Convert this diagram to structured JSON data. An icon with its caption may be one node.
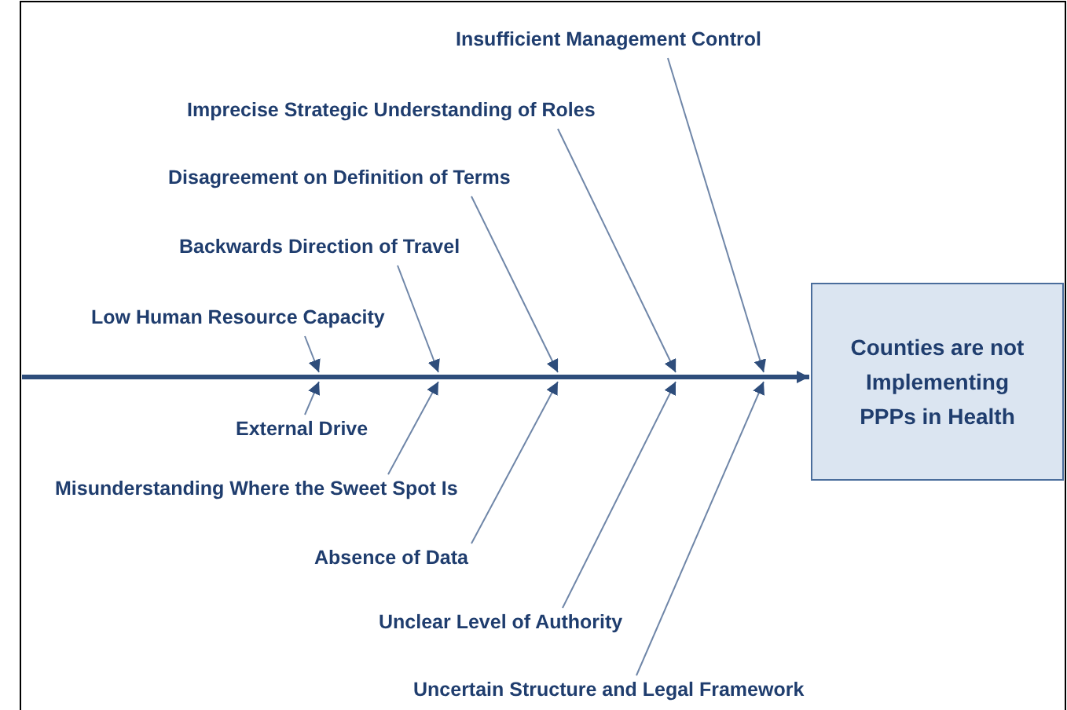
{
  "diagram": {
    "nodes": [
      {
        "text": [
          "Insufficient Management Control"
        ]
      },
      {
        "text": [
          "Imprecise Strategic Understanding of Roles"
        ]
      },
      {
        "text": [
          "Disagreement on Definition of Terms"
        ]
      },
      {
        "text": [
          "Backwards Direction of Travel"
        ]
      },
      {
        "text": [
          "Low Human Resource Capacity"
        ]
      },
      {
        "text": [
          "Counties are not Implementing PPPs in Health"
        ]
      },
      {
        "text": [
          "External Drive"
        ]
      },
      {
        "text": [
          "Misunderstanding Where the Sweet Spot Is"
        ]
      },
      {
        "text": [
          "Absence of Data"
        ]
      },
      {
        "text": [
          "Unclear Level of Authority"
        ]
      },
      {
        "text": [
          "Uncertain Structure and Legal Framework"
        ]
      }
    ],
    "edges": [
      {
        "from": null,
        "to": 5,
        "arrow": "to",
        "style": "thick"
      },
      {
        "from": 0,
        "to": null,
        "arrow": "to"
      },
      {
        "from": 1,
        "to": null,
        "arrow": "to"
      },
      {
        "from": 2,
        "to": null,
        "arrow": "to"
      },
      {
        "from": 3,
        "to": null,
        "arrow": "to"
      },
      {
        "from": 4,
        "to": null,
        "arrow": "to"
      },
      {
        "from": 6,
        "to": null,
        "arrow": "to"
      },
      {
        "from": 7,
        "to": null,
        "arrow": "to"
      },
      {
        "from": 8,
        "to": null,
        "arrow": "to"
      },
      {
        "from": 9,
        "to": null,
        "arrow": "to"
      },
      {
        "from": 10,
        "to": null,
        "arrow": "to"
      }
    ]
  }
}
